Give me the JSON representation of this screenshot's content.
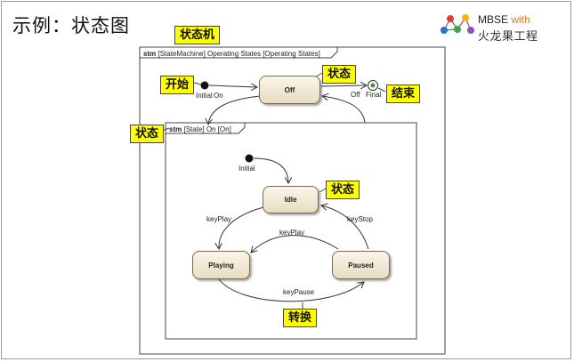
{
  "slide": {
    "title": "示例：状态图"
  },
  "logo": {
    "name": "MBSE",
    "with": "with",
    "subtitle": "火龙果工程"
  },
  "outer_frame": {
    "label_bold": "stm",
    "label_rest": "[StateMachine] Operating States [Operating States]"
  },
  "inner_frame": {
    "label_bold": "stm",
    "label_rest": "[State] On [On]"
  },
  "states": {
    "off": "Off",
    "idle": "Idle",
    "playing": "Playing",
    "paused": "Paused"
  },
  "pseudostates": {
    "outer_initial": "Initial",
    "final": "Final",
    "inner_initial": "Initial"
  },
  "transitions": {
    "on": "On",
    "off": "Off",
    "key_play_idle": "keyPlay",
    "key_play_paused": "keyPlay",
    "key_stop": "keyStop",
    "key_pause": "keyPause"
  },
  "callouts": {
    "state_machine": "状态机",
    "start": "开始",
    "state_off": "状态",
    "end": "结束",
    "state_on": "状态",
    "state_idle": "状态",
    "transition": "转换"
  }
}
